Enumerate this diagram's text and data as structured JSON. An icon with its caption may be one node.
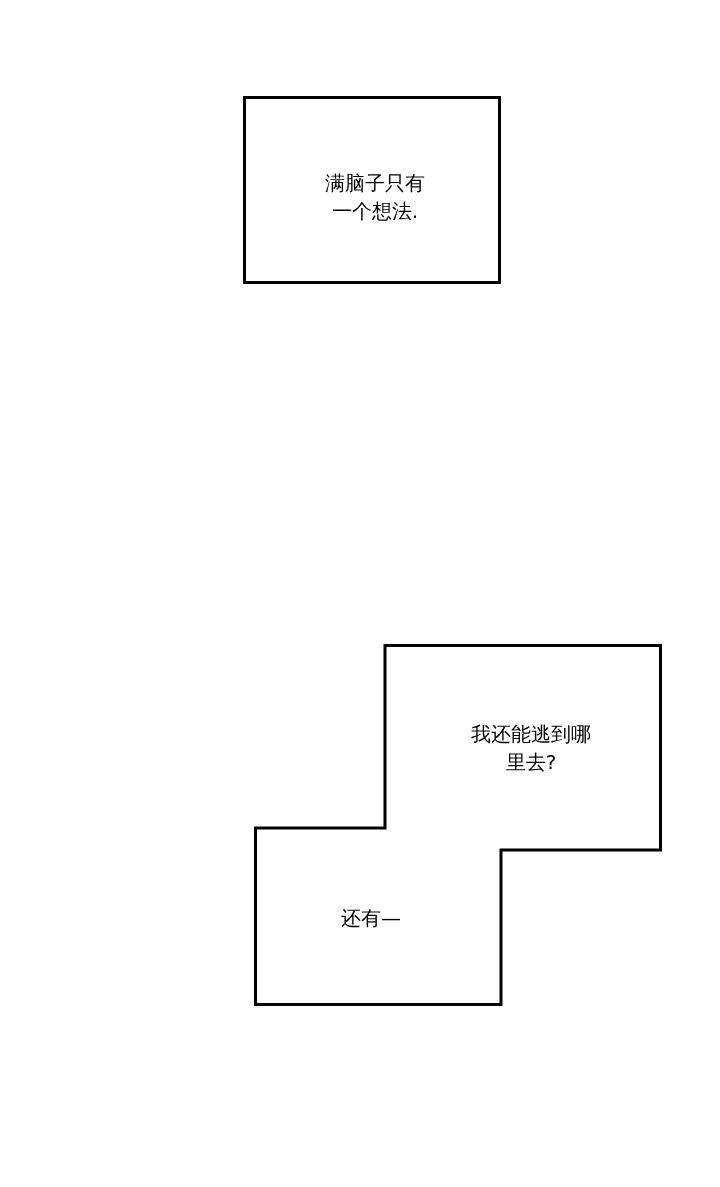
{
  "diagram": {
    "nodes": [
      {
        "text": [
          "满脑子只有一个想法."
        ]
      },
      {
        "text": [
          "我还能逃到哪里去?",
          "还有—"
        ]
      }
    ]
  }
}
